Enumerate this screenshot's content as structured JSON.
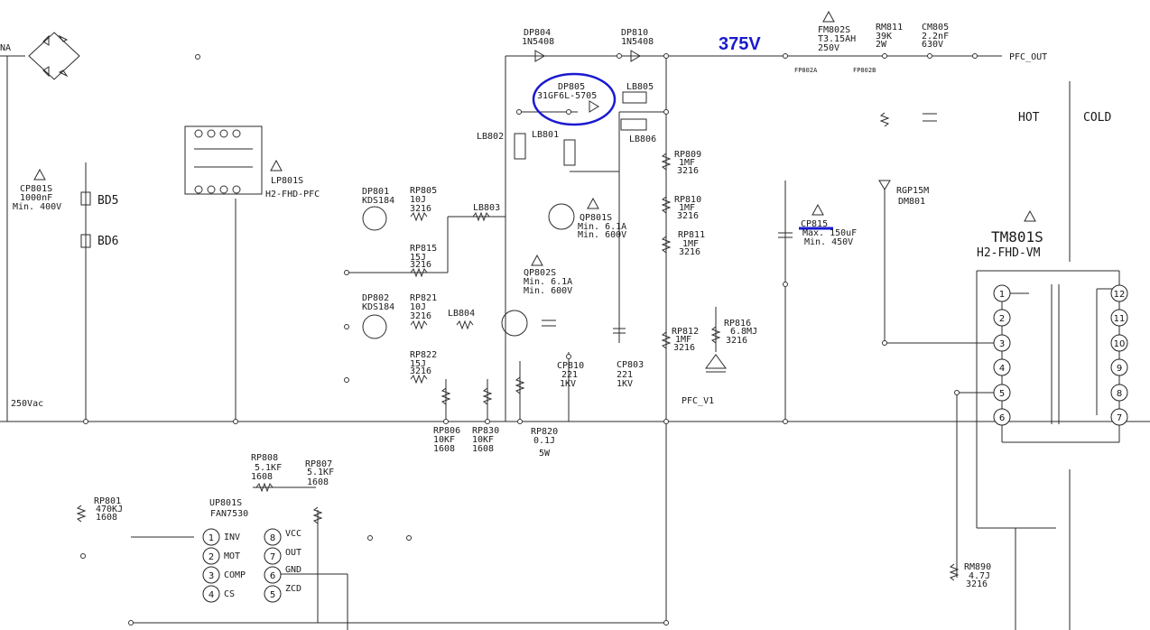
{
  "annotations": {
    "voltage": "375V",
    "voltage_color": "#1a1ad0",
    "highlight_color": "#1a1ad0"
  },
  "labels": {
    "na": "NA",
    "vac": "250Vac",
    "bd5": "BD5",
    "bd6": "BD6",
    "cp801s": [
      "CP801S",
      "1000nF",
      "Min. 400V"
    ],
    "lp801s": [
      "LP801S",
      "H2-FHD-PFC"
    ],
    "dp804": [
      "DP804",
      "1N5408"
    ],
    "dp810": [
      "DP810",
      "1N5408"
    ],
    "dp805": [
      "DP805",
      "31GF6L-5705"
    ],
    "lb805": "LB805",
    "lb806": "LB806",
    "lb802": "LB802",
    "lb801": "LB801",
    "lb803": "LB803",
    "lb804": "LB804",
    "dp801": [
      "DP801",
      "KDS184"
    ],
    "dp802": [
      "DP802",
      "KDS184"
    ],
    "rp805": [
      "RP805",
      "10J",
      "3216"
    ],
    "rp815": [
      "RP815",
      "15J",
      "3216"
    ],
    "rp821": [
      "RP821",
      "10J",
      "3216"
    ],
    "rp822": [
      "RP822",
      "15J",
      "3216"
    ],
    "qp801s": [
      "QP801S",
      "Min. 6.1A",
      "Min. 600V"
    ],
    "qp802s": [
      "QP802S",
      "Min. 6.1A",
      "Min. 600V"
    ],
    "cp810": [
      "CP810",
      "221",
      "1KV"
    ],
    "cp803": [
      "CP803",
      "221",
      "1KV"
    ],
    "rp806": [
      "RP806",
      "10KF",
      "1608"
    ],
    "rp830": [
      "RP830",
      "10KF",
      "1608"
    ],
    "rp820": [
      "RP820",
      "0.1J",
      "5W"
    ],
    "rp809": [
      "RP809",
      "1MF",
      "3216"
    ],
    "rp810": [
      "RP810",
      "1MF",
      "3216"
    ],
    "rp811": [
      "RP811",
      "1MF",
      "3216"
    ],
    "rp812": [
      "RP812",
      "1MF",
      "3216"
    ],
    "rp816": [
      "RP816",
      "6.8MJ",
      "3216"
    ],
    "pfc_v1": "PFC_V1",
    "fm802s": [
      "FM802S",
      "T3.15AH",
      "250V"
    ],
    "fp802a": "FP802A",
    "fp802b": "FP802B",
    "rm811": [
      "RM811",
      "39K",
      "2W"
    ],
    "cm805": [
      "CM805",
      "2.2nF",
      "630V"
    ],
    "pfc_out": "PFC_OUT",
    "hot": "HOT",
    "cold": "COLD",
    "cp815": [
      "CP815",
      "Max. 150uF",
      "Min. 450V"
    ],
    "rgp15m": [
      "RGP15M",
      "DM801"
    ],
    "tm801s": [
      "TM801S",
      "H2-FHD-VM"
    ],
    "rm890": [
      "RM890",
      "4.7J",
      "3216"
    ],
    "rp808": [
      "RP808",
      "5.1KF",
      "1608"
    ],
    "rp807": [
      "RP807",
      "5.1KF",
      "1608"
    ],
    "rp801": [
      "RP801",
      "470KJ",
      "1608"
    ],
    "up801s": [
      "UP801S",
      "FAN7530"
    ],
    "ic_pins_left": [
      "INV",
      "MOT",
      "COMP",
      "CS"
    ],
    "ic_pins_right": [
      "VCC",
      "OUT",
      "GND",
      "ZCD"
    ],
    "ic_pin_nums_left": [
      "1",
      "2",
      "3",
      "4"
    ],
    "ic_pin_nums_right": [
      "8",
      "7",
      "6",
      "5"
    ],
    "tm_pins_left": [
      "1",
      "2",
      "3",
      "4",
      "5",
      "6"
    ],
    "tm_pins_right": [
      "12",
      "11",
      "10",
      "9",
      "8",
      "7"
    ]
  }
}
